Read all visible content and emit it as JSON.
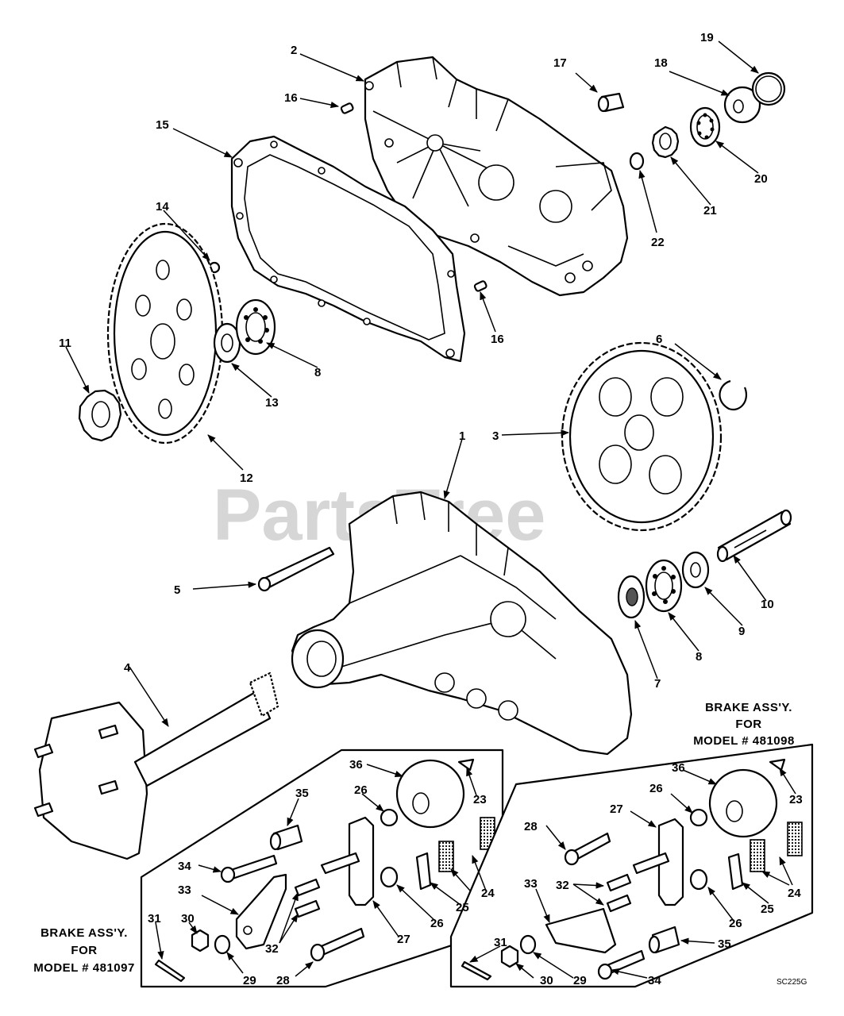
{
  "watermark": "PartsTree",
  "watermark_tm": "™",
  "drawing_code": "SC225G",
  "brake_left": {
    "line1": "BRAKE ASS'Y.",
    "line2": "FOR",
    "line3": "MODEL # 481097"
  },
  "brake_right": {
    "line1": "BRAKE ASS'Y.",
    "line2": "FOR",
    "line3": "MODEL # 481098"
  },
  "callouts": {
    "c1": "1",
    "c2": "2",
    "c3": "3",
    "c4": "4",
    "c5": "5",
    "c6": "6",
    "c7": "7",
    "c8a": "8",
    "c8b": "8",
    "c9": "9",
    "c10": "10",
    "c11": "11",
    "c12": "12",
    "c13": "13",
    "c14": "14",
    "c15": "15",
    "c16a": "16",
    "c16b": "16",
    "c17": "17",
    "c18": "18",
    "c19": "19",
    "c20": "20",
    "c21": "21",
    "c22": "22",
    "l23": "23",
    "l24": "24",
    "l25": "25",
    "l26a": "26",
    "l26b": "26",
    "l27": "27",
    "l28": "28",
    "l29": "29",
    "l30": "30",
    "l31": "31",
    "l32": "32",
    "l33": "33",
    "l34": "34",
    "l35": "35",
    "l36": "36",
    "r23": "23",
    "r24": "24",
    "r25": "25",
    "r26a": "26",
    "r26b": "26",
    "r27": "27",
    "r28": "28",
    "r29": "29",
    "r30": "30",
    "r31": "31",
    "r32": "32",
    "r33": "33",
    "r34": "34",
    "r35": "35",
    "r36": "36"
  }
}
